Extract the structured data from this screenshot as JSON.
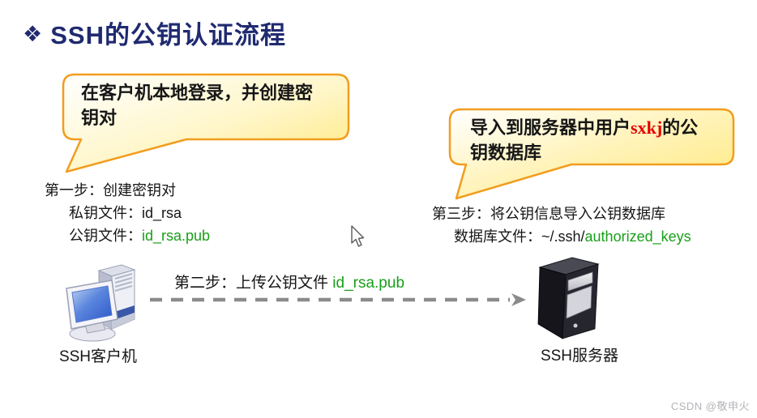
{
  "title": {
    "bullet_glyph": "❖",
    "text": "SSH的公钥认证流程"
  },
  "bubbles": {
    "left": {
      "text": "在客户机本地登录，并创建密\n钥对"
    },
    "right": {
      "before": "导入到服务器中用户",
      "user": "sxkj",
      "after": "的公钥数据库"
    }
  },
  "steps": {
    "step1": {
      "line1": "第一步：创建密钥对",
      "line2_label": "私钥文件：",
      "line2_value": "id_rsa",
      "line3_label": "公钥文件：",
      "line3_value": "id_rsa.pub"
    },
    "step2": {
      "label": "第二步：上传公钥文件 ",
      "file": "id_rsa.pub"
    },
    "step3": {
      "line1": "第三步：将公钥信息导入公钥数据库",
      "line2_label": "数据库文件：",
      "line2_path": "~/.ssh/",
      "line2_value": "authorized_keys"
    }
  },
  "nodes": {
    "client": {
      "label": "SSH客户机"
    },
    "server": {
      "label": "SSH服务器"
    }
  },
  "icons": {
    "bullet": "diamond-bullet-icon",
    "client": "desktop-computer-icon",
    "server": "server-tower-icon",
    "arrow": "dashed-arrow-right-icon",
    "cursor": "mouse-pointer-icon"
  },
  "watermark": "CSDN @敬申火",
  "colors": {
    "title_navy": "#1f2a70",
    "bubble_border_orange": "#f29d1e",
    "bubble_fill_yellow": "#ffe87a",
    "filename_green": "#18a018",
    "user_red": "#e60000",
    "arrow_gray": "#8b8b8b",
    "watermark_gray": "#b3b3b8"
  }
}
